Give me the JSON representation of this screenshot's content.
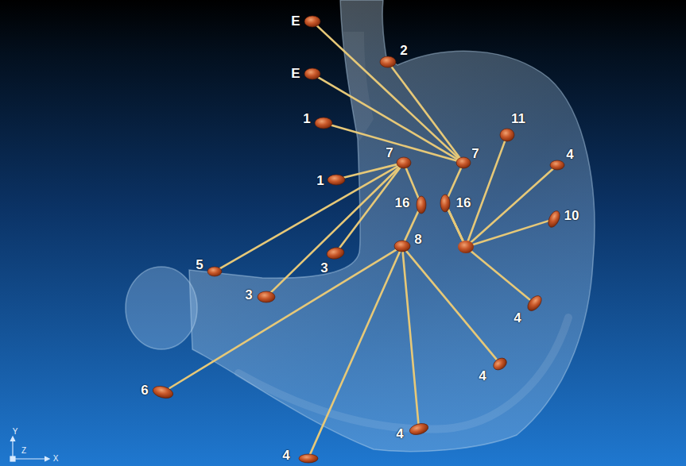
{
  "diagram": {
    "nodes": [
      {
        "text": [
          "E"
        ]
      },
      {
        "text": [
          "E"
        ]
      },
      {
        "text": [
          "2"
        ]
      },
      {
        "text": [
          "1"
        ]
      },
      {
        "text": [
          "11"
        ]
      },
      {
        "text": [
          "7"
        ]
      },
      {
        "text": [
          "7"
        ]
      },
      {
        "text": [
          "4"
        ]
      },
      {
        "text": [
          "1"
        ]
      },
      {
        "text": [
          "16"
        ]
      },
      {
        "text": [
          "16"
        ]
      },
      {
        "text": [
          "10"
        ]
      },
      {
        "text": [
          "8"
        ]
      },
      {
        "text": [
          "3"
        ]
      },
      {
        "text": [
          "5"
        ]
      },
      {
        "text": [
          "3"
        ]
      },
      {
        "text": [
          "4"
        ]
      },
      {
        "text": [
          "4"
        ]
      },
      {
        "text": [
          "6"
        ]
      },
      {
        "text": [
          "4"
        ]
      },
      {
        "text": [
          "4"
        ]
      }
    ],
    "edges": [
      {
        "from": 6,
        "to": 0,
        "arrow": "none"
      },
      {
        "from": 6,
        "to": 1,
        "arrow": "none"
      },
      {
        "from": 6,
        "to": 2,
        "arrow": "none"
      },
      {
        "from": 6,
        "to": 3,
        "arrow": "none"
      },
      {
        "from": 6,
        "to": 10,
        "arrow": "none"
      },
      {
        "from": 10,
        "to": 4,
        "arrow": "none"
      },
      {
        "from": 10,
        "to": 7,
        "arrow": "none"
      },
      {
        "from": 10,
        "to": 11,
        "arrow": "none"
      },
      {
        "from": 10,
        "to": 16,
        "arrow": "none"
      },
      {
        "from": 5,
        "to": 8,
        "arrow": "none"
      },
      {
        "from": 5,
        "to": 14,
        "arrow": "none"
      },
      {
        "from": 5,
        "to": 15,
        "arrow": "none"
      },
      {
        "from": 5,
        "to": 13,
        "arrow": "none"
      },
      {
        "from": 5,
        "to": 9,
        "arrow": "none"
      },
      {
        "from": 9,
        "to": 12,
        "arrow": "none"
      },
      {
        "from": 12,
        "to": 18,
        "arrow": "none"
      },
      {
        "from": 12,
        "to": 20,
        "arrow": "none"
      },
      {
        "from": 12,
        "to": 19,
        "arrow": "none"
      },
      {
        "from": 12,
        "to": 17,
        "arrow": "none"
      }
    ],
    "labels": [
      "Y",
      "Z",
      "X"
    ]
  }
}
